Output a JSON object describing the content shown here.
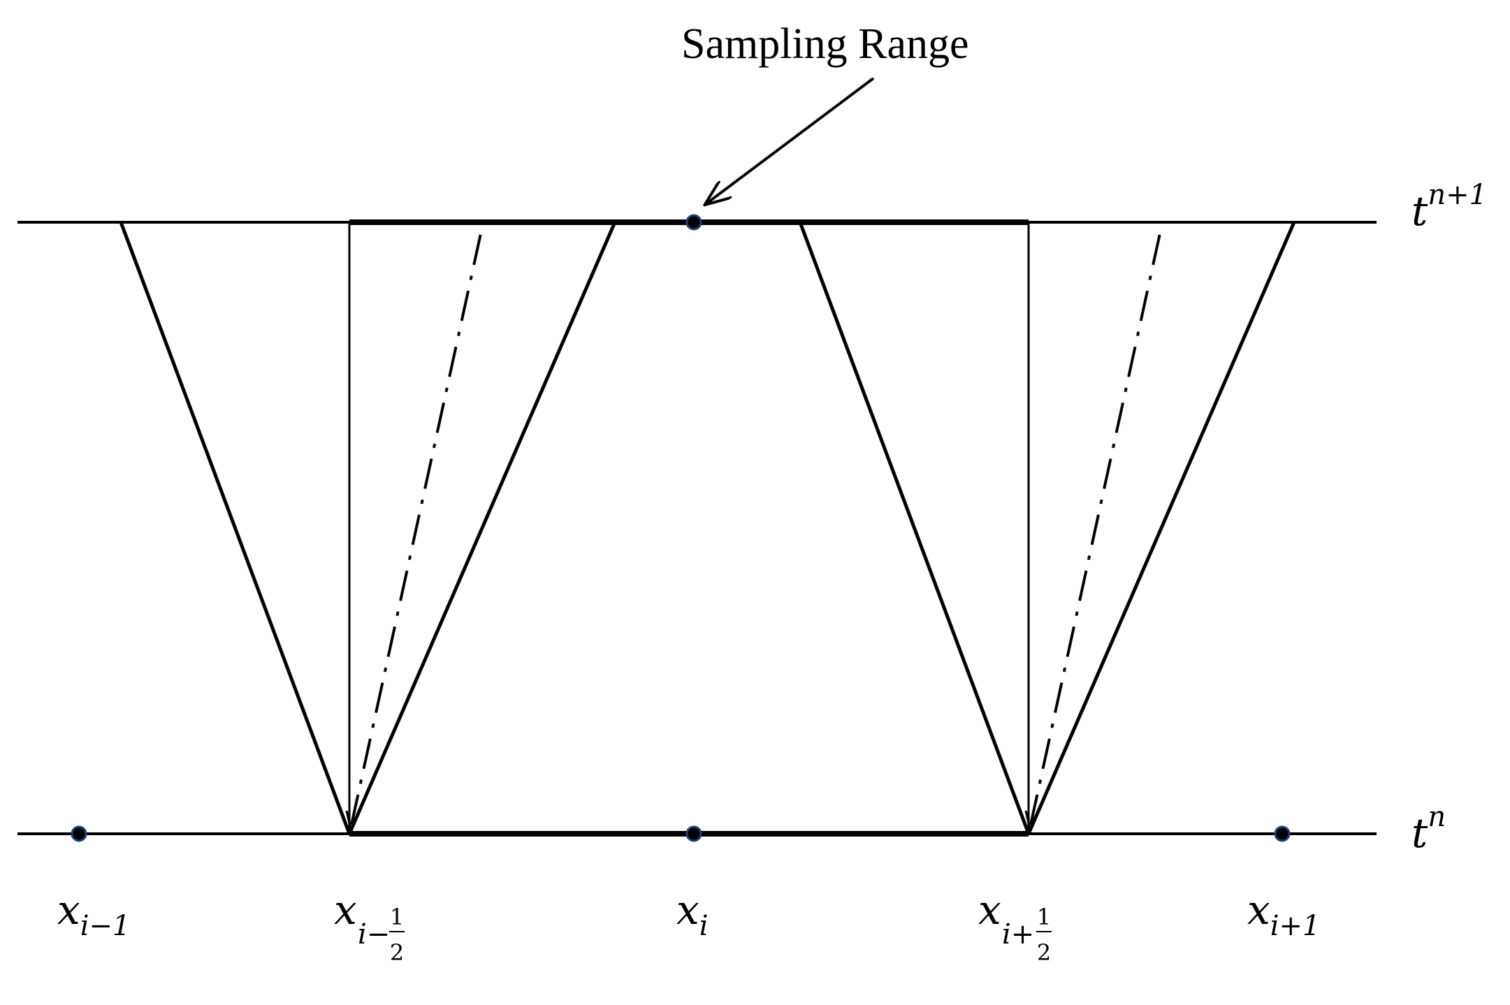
{
  "callout": {
    "text": "Sampling Range"
  },
  "time_levels": {
    "upper": {
      "base": "t",
      "sup": "n+1"
    },
    "lower": {
      "base": "t",
      "sup": "n"
    }
  },
  "nodes": [
    {
      "id": "x_i_minus_1",
      "base": "x",
      "sub": "i−1"
    },
    {
      "id": "x_i_minus_half",
      "base": "x",
      "sub_prefix": "i−",
      "frac_num": "1",
      "frac_den": "2"
    },
    {
      "id": "x_i",
      "base": "x",
      "sub": "i"
    },
    {
      "id": "x_i_plus_half",
      "base": "x",
      "sub_prefix": "i+",
      "frac_num": "1",
      "frac_den": "2"
    },
    {
      "id": "x_i_plus_1",
      "base": "x",
      "sub": "i+1"
    }
  ],
  "colors": {
    "line": "#000000",
    "point_fill": "#000000",
    "point_stroke": "#1f3f7a"
  }
}
